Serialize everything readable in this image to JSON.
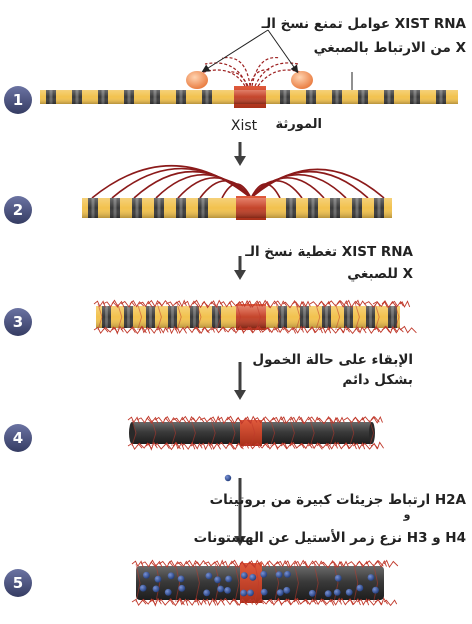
{
  "diagram": {
    "steps": [
      {
        "number": "1"
      },
      {
        "number": "2"
      },
      {
        "number": "3"
      },
      {
        "number": "4"
      },
      {
        "number": "5"
      }
    ],
    "step1": {
      "caption_line1": "عوامل تمنع نسخ الـ XIST RNA",
      "caption_line2": "من الارتباط بالصبغي X",
      "xist_label": "Xist",
      "gene_label": "المورثة"
    },
    "step3": {
      "caption_line1": "تغطية نسخ الـ XIST RNA",
      "caption_line2": "للصبغي X"
    },
    "step4": {
      "caption_line1": "الإبقاء على حالة الخمول",
      "caption_line2": "بشكل دائم"
    },
    "step5": {
      "caption_line1": "ارتباط جزيئات كبيرة من بروتينات H2A",
      "caption_connector": "و",
      "caption_line2": "نزع زمر الأستيل عن الهستونات H3 و H4"
    },
    "colors": {
      "step_circle": "#4d5580",
      "chromosome_yellow": "#f2c24e",
      "chromosome_dark": "#3a3a3a",
      "xist_red": "#c8371e",
      "rna_red": "#9c1f1f",
      "factor_orange": "#f08a4b",
      "protein_blue": "#2f4f95",
      "arrow": "#3f3f3f"
    }
  }
}
